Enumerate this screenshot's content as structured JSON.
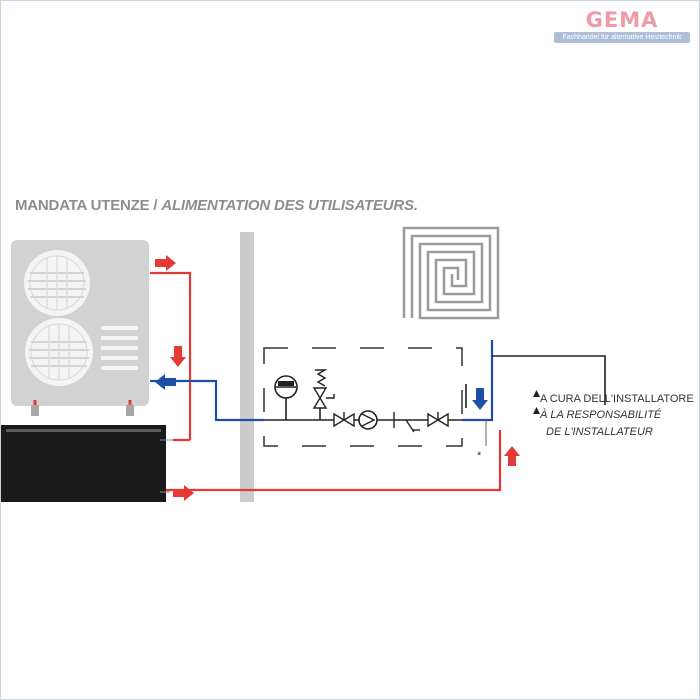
{
  "logo": {
    "word": "GEMA",
    "tagline": "Fachhandel für alternative Heiztechnik"
  },
  "title": {
    "italian": "MANDATA UTENZE / ",
    "french": "ALIMENTATION DES UTILISATEURS."
  },
  "legend": {
    "italian": "A CURA DELL'INSTALLATORE",
    "french_line1": "À LA RESPONSABILITÉ",
    "french_line2": "DE L'INSTALLATEUR",
    "warning_symbol": "⚠"
  },
  "note_marker": "*",
  "colors": {
    "supply": "#e53935",
    "return": "#1e4fa8",
    "unit": "#cfcfcf",
    "tank": "#1a1a1a",
    "wall": "#cccccc",
    "logo": "#ef9aa6"
  },
  "icons": [
    "warning-icon",
    "fan-icon",
    "pump-icon",
    "valve-icon",
    "expansion-vessel-icon",
    "safety-valve-icon",
    "filter-icon",
    "arrow-icon"
  ]
}
